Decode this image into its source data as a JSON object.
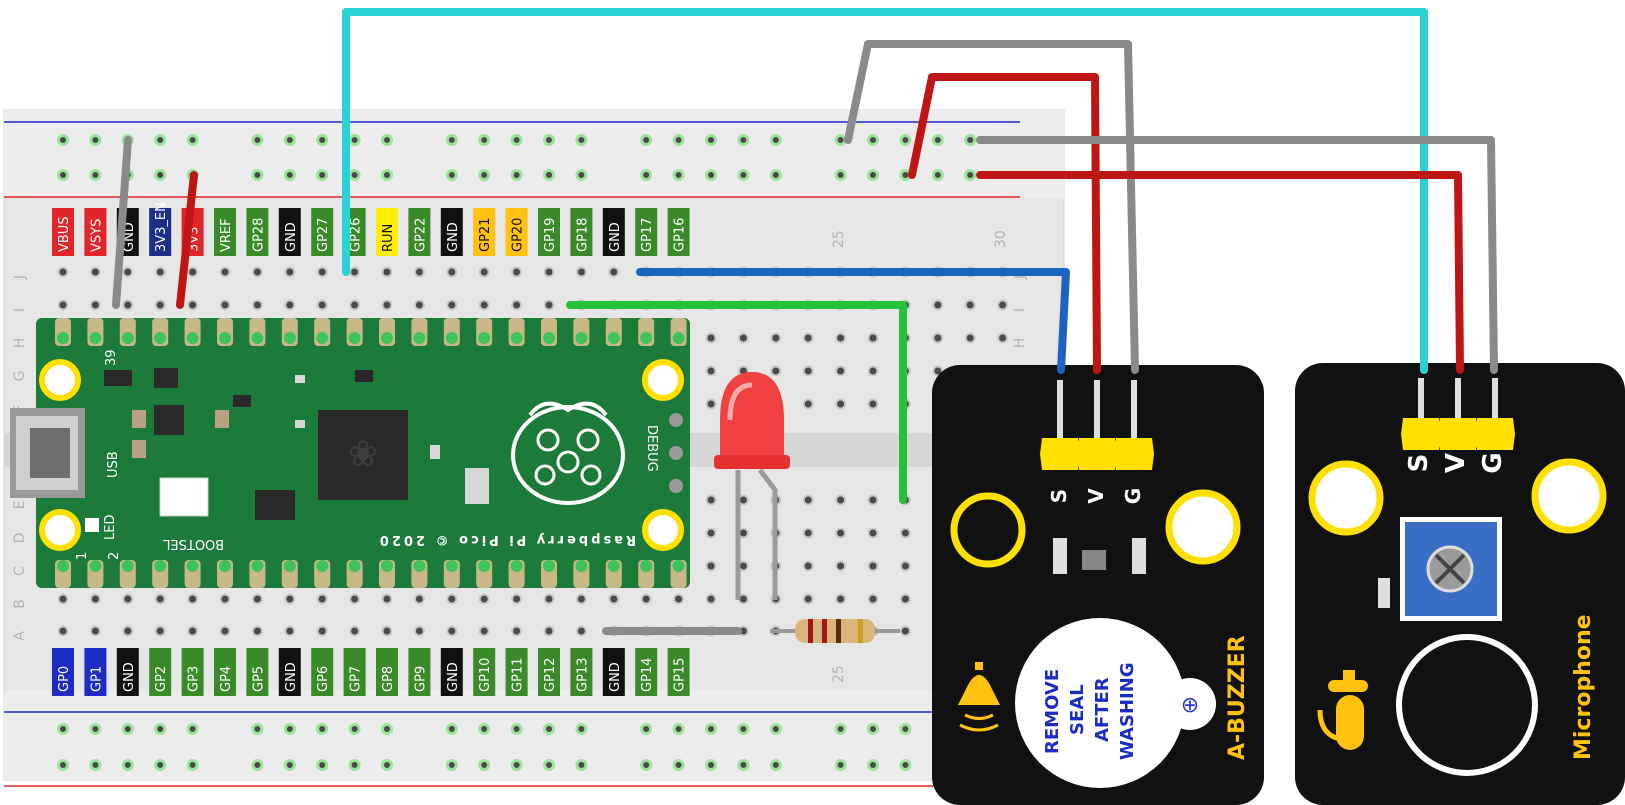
{
  "colors": {
    "breadboard": "#e6e6e6",
    "pico": "#1c7a3a",
    "module": "#111111",
    "header": "#ffe000",
    "wire_cyan": "#2ad3d3",
    "wire_gray": "#8a8a8a",
    "wire_red": "#c01515",
    "wire_blue": "#1d63c4",
    "wire_green": "#26c03c",
    "label_yellow": "#ffc20e"
  },
  "breadboard": {
    "col_marks": [
      "25",
      "30"
    ],
    "row_letters_top": [
      "J",
      "I",
      "H",
      "G",
      "F"
    ],
    "row_letters_bottom": [
      "E",
      "D",
      "C",
      "B",
      "A"
    ]
  },
  "pico": {
    "top_pins": [
      {
        "label": "VBUS",
        "bg": "#e0252b",
        "fg": "#ffffff"
      },
      {
        "label": "VSYS",
        "bg": "#e0252b",
        "fg": "#ffffff"
      },
      {
        "label": "GND",
        "bg": "#111111",
        "fg": "#ffffff"
      },
      {
        "label": "3V3_EN",
        "bg": "#1d2d8a",
        "fg": "#ffffff"
      },
      {
        "label": "3V3",
        "bg": "#e0252b",
        "fg": "#ffffff"
      },
      {
        "label": "VREF",
        "bg": "#3a8a2a",
        "fg": "#ffffff"
      },
      {
        "label": "GP28",
        "bg": "#3a8a2a",
        "fg": "#ffffff"
      },
      {
        "label": "GND",
        "bg": "#111111",
        "fg": "#ffffff"
      },
      {
        "label": "GP27",
        "bg": "#3a8a2a",
        "fg": "#ffffff"
      },
      {
        "label": "GP26",
        "bg": "#3a8a2a",
        "fg": "#ffffff"
      },
      {
        "label": "RUN",
        "bg": "#ffee00",
        "fg": "#111111"
      },
      {
        "label": "GP22",
        "bg": "#3a8a2a",
        "fg": "#ffffff"
      },
      {
        "label": "GND",
        "bg": "#111111",
        "fg": "#ffffff"
      },
      {
        "label": "GP21",
        "bg": "#ffc20e",
        "fg": "#111111"
      },
      {
        "label": "GP20",
        "bg": "#ffc20e",
        "fg": "#111111"
      },
      {
        "label": "GP19",
        "bg": "#3a8a2a",
        "fg": "#ffffff"
      },
      {
        "label": "GP18",
        "bg": "#3a8a2a",
        "fg": "#ffffff"
      },
      {
        "label": "GND",
        "bg": "#111111",
        "fg": "#ffffff"
      },
      {
        "label": "GP17",
        "bg": "#3a8a2a",
        "fg": "#ffffff"
      },
      {
        "label": "GP16",
        "bg": "#3a8a2a",
        "fg": "#ffffff"
      }
    ],
    "bottom_pins": [
      {
        "label": "GP0",
        "bg": "#1d2dc4",
        "fg": "#ffffff"
      },
      {
        "label": "GP1",
        "bg": "#1d2dc4",
        "fg": "#ffffff"
      },
      {
        "label": "GND",
        "bg": "#111111",
        "fg": "#ffffff"
      },
      {
        "label": "GP2",
        "bg": "#3a8a2a",
        "fg": "#ffffff"
      },
      {
        "label": "GP3",
        "bg": "#3a8a2a",
        "fg": "#ffffff"
      },
      {
        "label": "GP4",
        "bg": "#3a8a2a",
        "fg": "#ffffff"
      },
      {
        "label": "GP5",
        "bg": "#3a8a2a",
        "fg": "#ffffff"
      },
      {
        "label": "GND",
        "bg": "#111111",
        "fg": "#ffffff"
      },
      {
        "label": "GP6",
        "bg": "#3a8a2a",
        "fg": "#ffffff"
      },
      {
        "label": "GP7",
        "bg": "#3a8a2a",
        "fg": "#ffffff"
      },
      {
        "label": "GP8",
        "bg": "#3a8a2a",
        "fg": "#ffffff"
      },
      {
        "label": "GP9",
        "bg": "#3a8a2a",
        "fg": "#ffffff"
      },
      {
        "label": "GND",
        "bg": "#111111",
        "fg": "#ffffff"
      },
      {
        "label": "GP10",
        "bg": "#3a8a2a",
        "fg": "#ffffff"
      },
      {
        "label": "GP11",
        "bg": "#3a8a2a",
        "fg": "#ffffff"
      },
      {
        "label": "GP12",
        "bg": "#3a8a2a",
        "fg": "#ffffff"
      },
      {
        "label": "GP13",
        "bg": "#3a8a2a",
        "fg": "#ffffff"
      },
      {
        "label": "GND",
        "bg": "#111111",
        "fg": "#ffffff"
      },
      {
        "label": "GP14",
        "bg": "#3a8a2a",
        "fg": "#ffffff"
      },
      {
        "label": "GP15",
        "bg": "#3a8a2a",
        "fg": "#ffffff"
      }
    ],
    "board_text": "Raspberry Pi Pico © 2020",
    "usb_label": "USB",
    "led_label": "LED",
    "bootsel_label": "BOOTSEL",
    "debug_label": "DEBUG",
    "pin_39": "39",
    "pin_1": "1",
    "pin_2": "2"
  },
  "buzzer": {
    "title": "A-BUZZER",
    "pins": [
      "S",
      "V",
      "G"
    ],
    "seal_lines": [
      "REMOVE",
      "SEAL",
      "AFTER",
      "WASHING"
    ]
  },
  "microphone": {
    "title": "Microphone",
    "pins": [
      "S",
      "V",
      "G"
    ]
  }
}
